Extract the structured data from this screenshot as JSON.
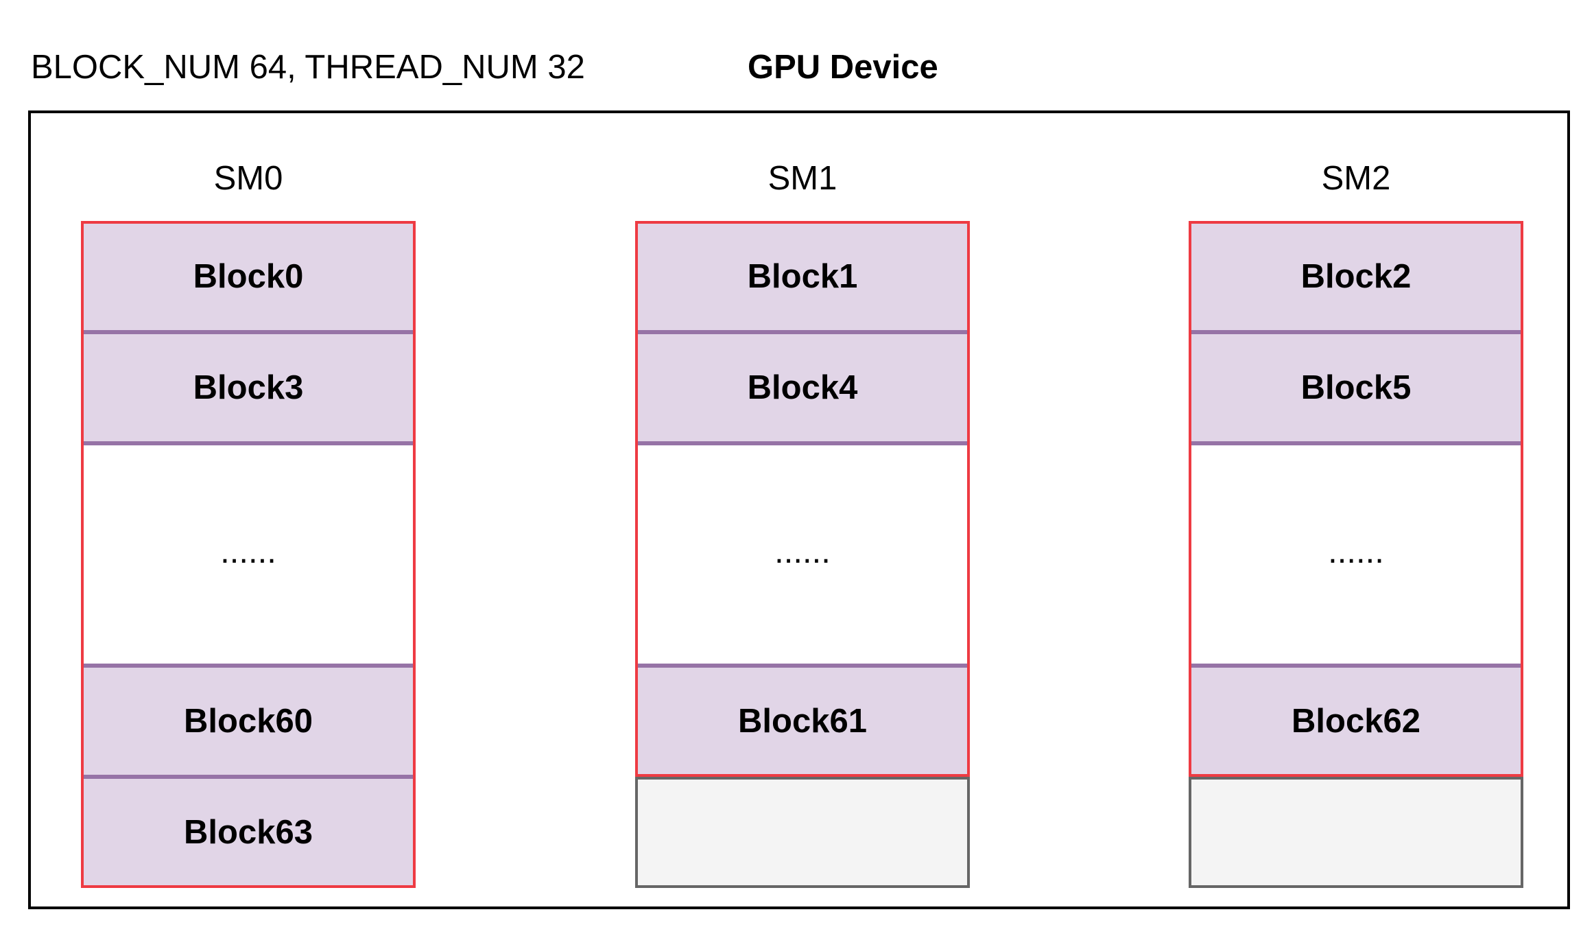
{
  "header": {
    "config_text": "BLOCK_NUM 64, THREAD_NUM 32",
    "device_title": "GPU Device"
  },
  "colors": {
    "block_fill": "#e1d5e7",
    "block_border": "#9673a6",
    "sm_frame": "#ee3b43",
    "empty_fill": "#f4f4f4",
    "empty_border": "#666666",
    "device_border": "#000000"
  },
  "sms": [
    {
      "label": "SM0",
      "blocks_top": [
        "Block0",
        "Block3"
      ],
      "ellipsis": "......",
      "blocks_bottom": [
        "Block60",
        "Block63"
      ]
    },
    {
      "label": "SM1",
      "blocks_top": [
        "Block1",
        "Block4"
      ],
      "ellipsis": "......",
      "blocks_bottom": [
        "Block61"
      ]
    },
    {
      "label": "SM2",
      "blocks_top": [
        "Block2",
        "Block5"
      ],
      "ellipsis": "......",
      "blocks_bottom": [
        "Block62"
      ]
    }
  ]
}
